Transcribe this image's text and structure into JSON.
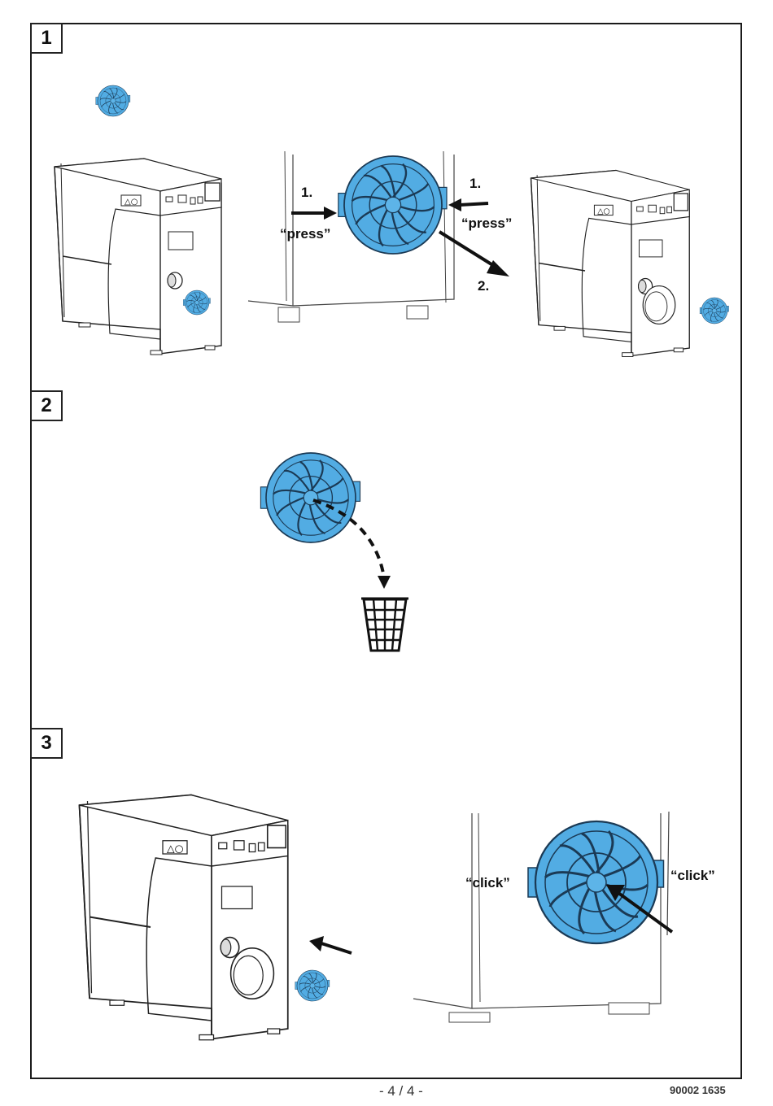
{
  "document": {
    "type": "instruction-sheet",
    "topic": "filter replacement",
    "accent_color": "#52ace3",
    "line_color": "#1a1a1a"
  },
  "steps": [
    {
      "number": "1",
      "labels": {
        "left_step": "1.",
        "left_action": "“press”",
        "right_step": "1.",
        "right_action": "“press”",
        "pull_step": "2."
      }
    },
    {
      "number": "2",
      "icons": [
        "filter-icon",
        "dashed-arrow-icon",
        "wastebasket-icon"
      ]
    },
    {
      "number": "3",
      "labels": {
        "left_action": "“click”",
        "right_action": "“click”"
      }
    }
  ],
  "footer": {
    "page": "- 4 / 4 -",
    "doc_code": "90002 1635"
  }
}
